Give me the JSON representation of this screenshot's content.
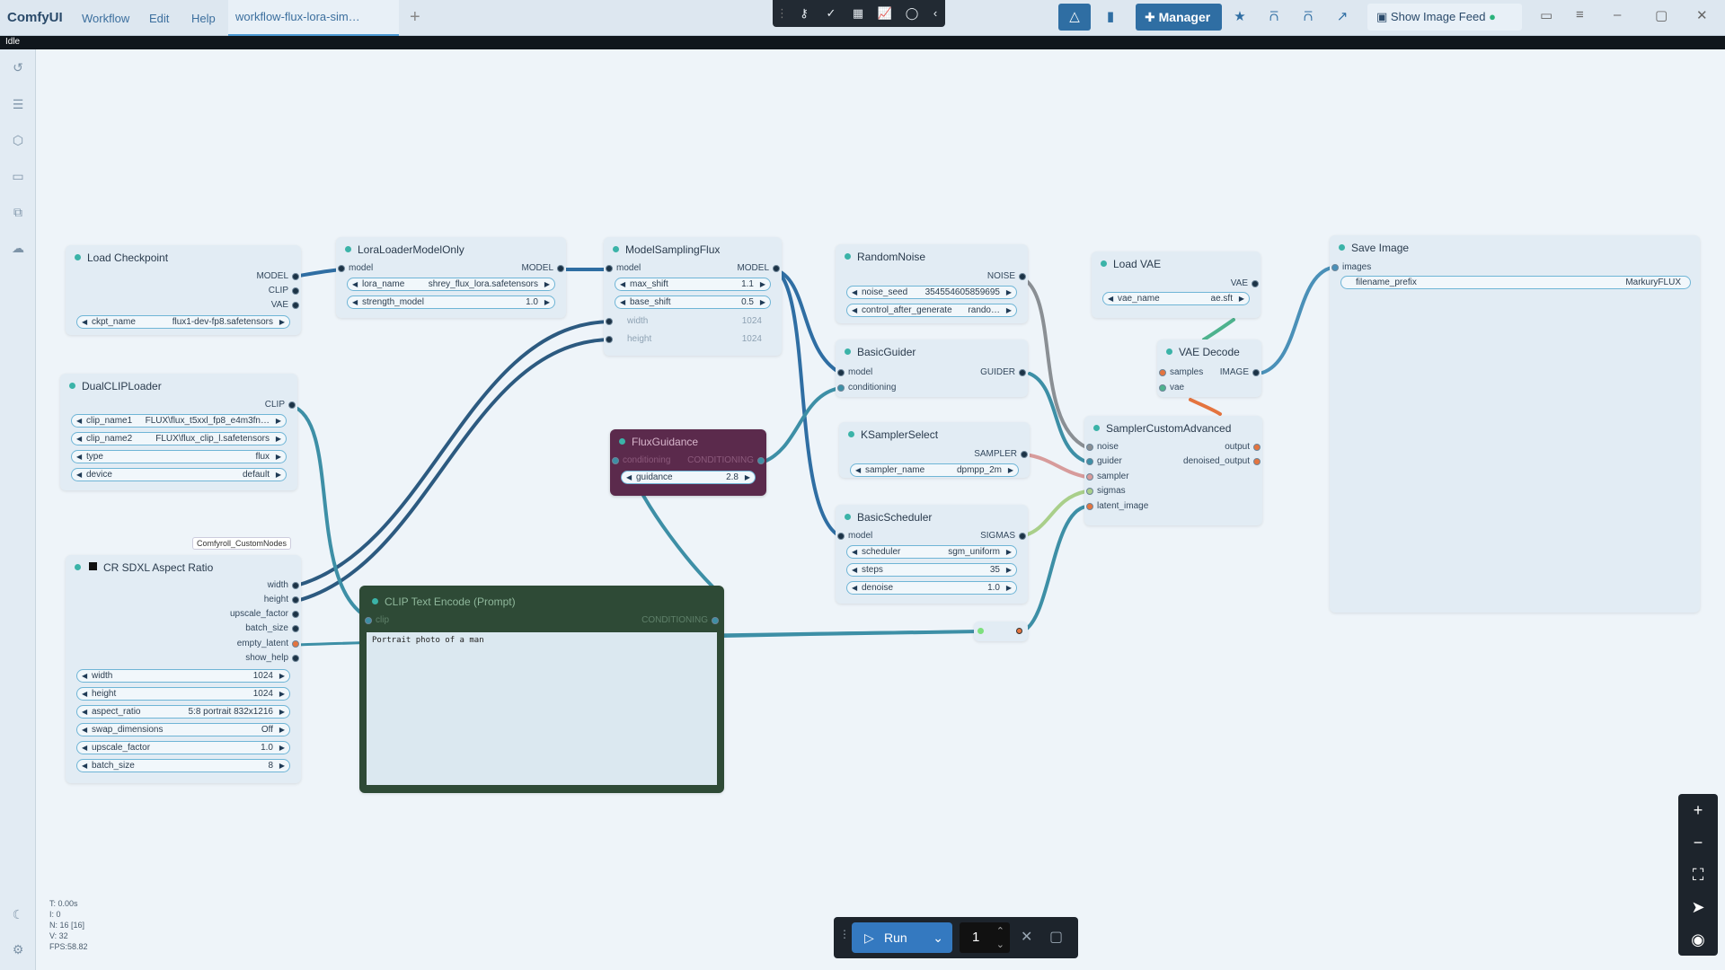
{
  "app": {
    "brand": "ComfyUI",
    "menus": [
      "Workflow",
      "Edit",
      "Help"
    ],
    "active_tab": "workflow-flux-lora-sim…",
    "status": "Idle"
  },
  "toolbar": {
    "manager_label": "Manager",
    "feed_label": "Show Image Feed"
  },
  "nodes": {
    "load_checkpoint": {
      "title": "Load Checkpoint",
      "outputs": [
        "MODEL",
        "CLIP",
        "VAE"
      ],
      "widgets": [
        {
          "label": "ckpt_name",
          "value": "flux1-dev-fp8.safetensors"
        }
      ]
    },
    "lora_loader": {
      "title": "LoraLoaderModelOnly",
      "input": "model",
      "output": "MODEL",
      "widgets": [
        {
          "label": "lora_name",
          "value": "shrey_flux_lora.safetensors"
        },
        {
          "label": "strength_model",
          "value": "1.0"
        }
      ]
    },
    "model_sampling": {
      "title": "ModelSamplingFlux",
      "input": "model",
      "output": "MODEL",
      "widgets": [
        {
          "label": "max_shift",
          "value": "1.1"
        },
        {
          "label": "base_shift",
          "value": "0.5"
        }
      ],
      "inputs_plain": [
        {
          "label": "width",
          "value": "1024"
        },
        {
          "label": "height",
          "value": "1024"
        }
      ]
    },
    "dual_clip": {
      "title": "DualCLIPLoader",
      "output": "CLIP",
      "widgets": [
        {
          "label": "clip_name1",
          "value": "FLUX\\flux_t5xxl_fp8_e4m3fn…"
        },
        {
          "label": "clip_name2",
          "value": "FLUX\\flux_clip_l.safetensors"
        },
        {
          "label": "type",
          "value": "flux"
        },
        {
          "label": "device",
          "value": "default"
        }
      ]
    },
    "flux_guidance": {
      "title": "FluxGuidance",
      "input": "conditioning",
      "output": "CONDITIONING",
      "widgets": [
        {
          "label": "guidance",
          "value": "2.8"
        }
      ]
    },
    "cr_sdxl": {
      "badge": "Comfyroll_CustomNodes",
      "title": "CR SDXL Aspect Ratio",
      "outputs": [
        "width",
        "height",
        "upscale_factor",
        "batch_size",
        "empty_latent",
        "show_help"
      ],
      "widgets": [
        {
          "label": "width",
          "value": "1024"
        },
        {
          "label": "height",
          "value": "1024"
        },
        {
          "label": "aspect_ratio",
          "value": "5:8 portrait 832x1216"
        },
        {
          "label": "swap_dimensions",
          "value": "Off"
        },
        {
          "label": "upscale_factor",
          "value": "1.0"
        },
        {
          "label": "batch_size",
          "value": "8"
        }
      ]
    },
    "clip_text": {
      "title": "CLIP Text Encode (Prompt)",
      "input": "clip",
      "output": "CONDITIONING",
      "text": "Portrait photo of a man"
    },
    "random_noise": {
      "title": "RandomNoise",
      "output": "NOISE",
      "widgets": [
        {
          "label": "noise_seed",
          "value": "354554605859695"
        },
        {
          "label": "control_after_generate",
          "value": "rando…"
        }
      ]
    },
    "basic_guider": {
      "title": "BasicGuider",
      "inputs": [
        "model",
        "conditioning"
      ],
      "output": "GUIDER"
    },
    "ksampler_select": {
      "title": "KSamplerSelect",
      "output": "SAMPLER",
      "widgets": [
        {
          "label": "sampler_name",
          "value": "dpmpp_2m"
        }
      ]
    },
    "basic_scheduler": {
      "title": "BasicScheduler",
      "input": "model",
      "output": "SIGMAS",
      "widgets": [
        {
          "label": "scheduler",
          "value": "sgm_uniform"
        },
        {
          "label": "steps",
          "value": "35"
        },
        {
          "label": "denoise",
          "value": "1.0"
        }
      ]
    },
    "load_vae": {
      "title": "Load VAE",
      "output": "VAE",
      "widgets": [
        {
          "label": "vae_name",
          "value": "ae.sft"
        }
      ]
    },
    "vae_decode": {
      "title": "VAE Decode",
      "inputs": [
        "samples",
        "vae"
      ],
      "output": "IMAGE"
    },
    "sampler_custom": {
      "title": "SamplerCustomAdvanced",
      "inputs": [
        "noise",
        "guider",
        "sampler",
        "sigmas",
        "latent_image"
      ],
      "outputs": [
        "output",
        "denoised_output"
      ]
    },
    "save_image": {
      "title": "Save Image",
      "input": "images",
      "widgets": [
        {
          "label": "filename_prefix",
          "value": "MarkuryFLUX"
        }
      ]
    }
  },
  "runbar": {
    "run_label": "Run",
    "count": "1"
  },
  "stats": [
    "T: 0.00s",
    "I: 0",
    "N: 16 [16]",
    "V: 32",
    "FPS:58.82"
  ],
  "colors": {
    "accent": "#2f6ea3",
    "link": "#3d8fa6",
    "flux_guidance": "#5b2a4c",
    "clip_text": "#2e4a36"
  }
}
